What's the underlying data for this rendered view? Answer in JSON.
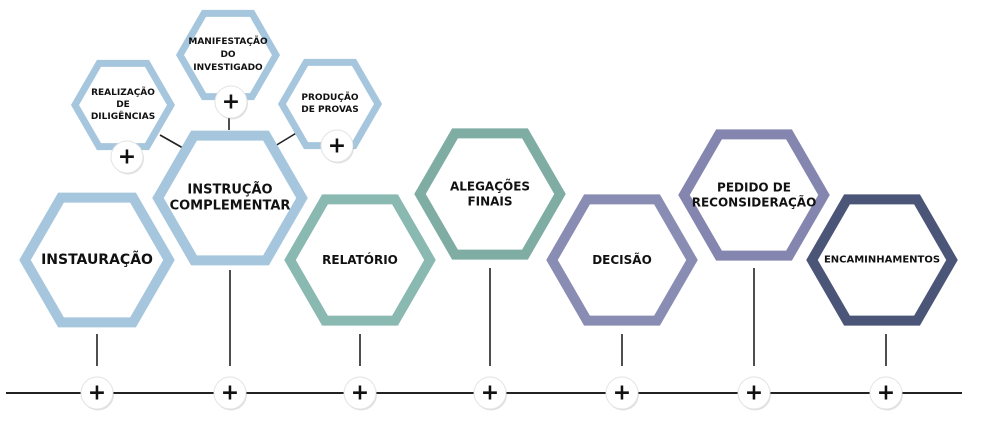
{
  "plus_symbol": "+",
  "colors": {
    "light_blue": "#a6c6de",
    "teal_light": "#8ab9b2",
    "teal": "#7fada3",
    "purple_light": "#8a8db3",
    "purple": "#8486b0",
    "navy": "#4a5577",
    "line": "#222222"
  },
  "stages": [
    {
      "id": "instauracao",
      "label": [
        "INSTAURAÇÃO"
      ]
    },
    {
      "id": "instrucao-complementar",
      "label": [
        "INSTRUÇÃO",
        "COMPLEMENTAR"
      ]
    },
    {
      "id": "relatorio",
      "label": [
        "RELATÓRIO"
      ]
    },
    {
      "id": "alegacoes-finais",
      "label": [
        "ALEGAÇÕES",
        "FINAIS"
      ]
    },
    {
      "id": "decisao",
      "label": [
        "DECISÃO"
      ]
    },
    {
      "id": "pedido-de-reconsideracao",
      "label": [
        "PEDIDO DE",
        "RECONSIDERAÇÃO"
      ]
    },
    {
      "id": "encaminhamentos",
      "label": [
        "ENCAMINHAMENTOS"
      ]
    }
  ],
  "substages": [
    {
      "id": "realizacao-de-diligencias",
      "label": [
        "REALIZAÇÃO",
        "DE",
        "DILIGÊNCIAS"
      ]
    },
    {
      "id": "manifestacao-do-investigado",
      "label": [
        "MANIFESTAÇÃO",
        "DO",
        "INVESTIGADO"
      ]
    },
    {
      "id": "producao-de-provas",
      "label": [
        "PRODUÇÃO",
        "DE PROVAS"
      ]
    }
  ]
}
